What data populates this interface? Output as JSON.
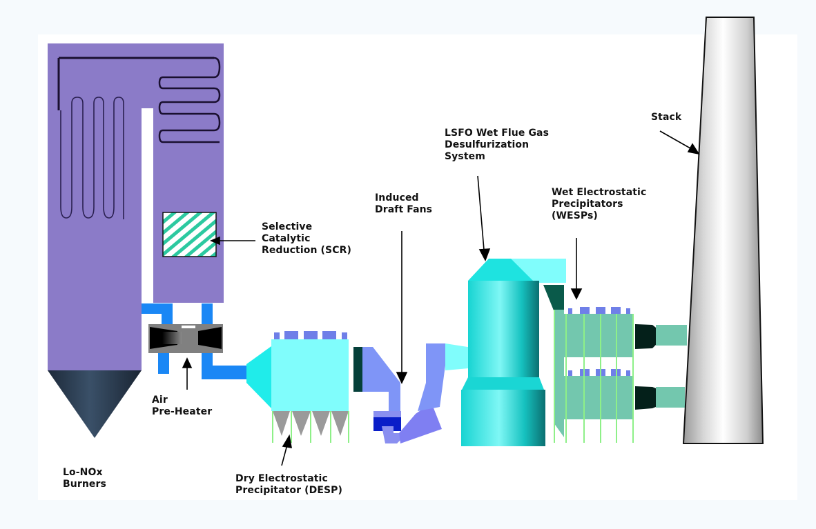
{
  "diagram": {
    "type": "process-flow",
    "subject": "Coal-fired power plant flue gas treatment train",
    "flow_order": [
      "lo-nox-burners",
      "boiler",
      "scr",
      "air-pre-heater",
      "desp",
      "induced-draft-fans",
      "lsfo-fgd",
      "wesps",
      "stack"
    ]
  },
  "labels": {
    "stack": "Stack",
    "fgd": "LSFO Wet Flue Gas\nDesulfurization\nSystem",
    "id_fans": "Induced\nDraft Fans",
    "wesp": "Wet Electrostatic\nPrecipitators\n(WESPs)",
    "scr": "Selective\nCatalytic\nReduction (SCR)",
    "aph": "Air\nPre-Heater",
    "burners": "Lo-NOx\nBurners",
    "desp": "Dry Electrostatic\nPrecipitator (DESP)"
  },
  "colors": {
    "boiler": "#8b7bc8",
    "duct_blue": "#1a87f5",
    "desp_body": "#80fdfc",
    "fgd_body": "#1ee3e0",
    "fan_duct": "#7f95f7",
    "wesp_body": "#73c7ae",
    "support_green": "#8ef088",
    "stack_grey": "#c8c8c8",
    "scr_hatch": "#2cc9a0"
  }
}
